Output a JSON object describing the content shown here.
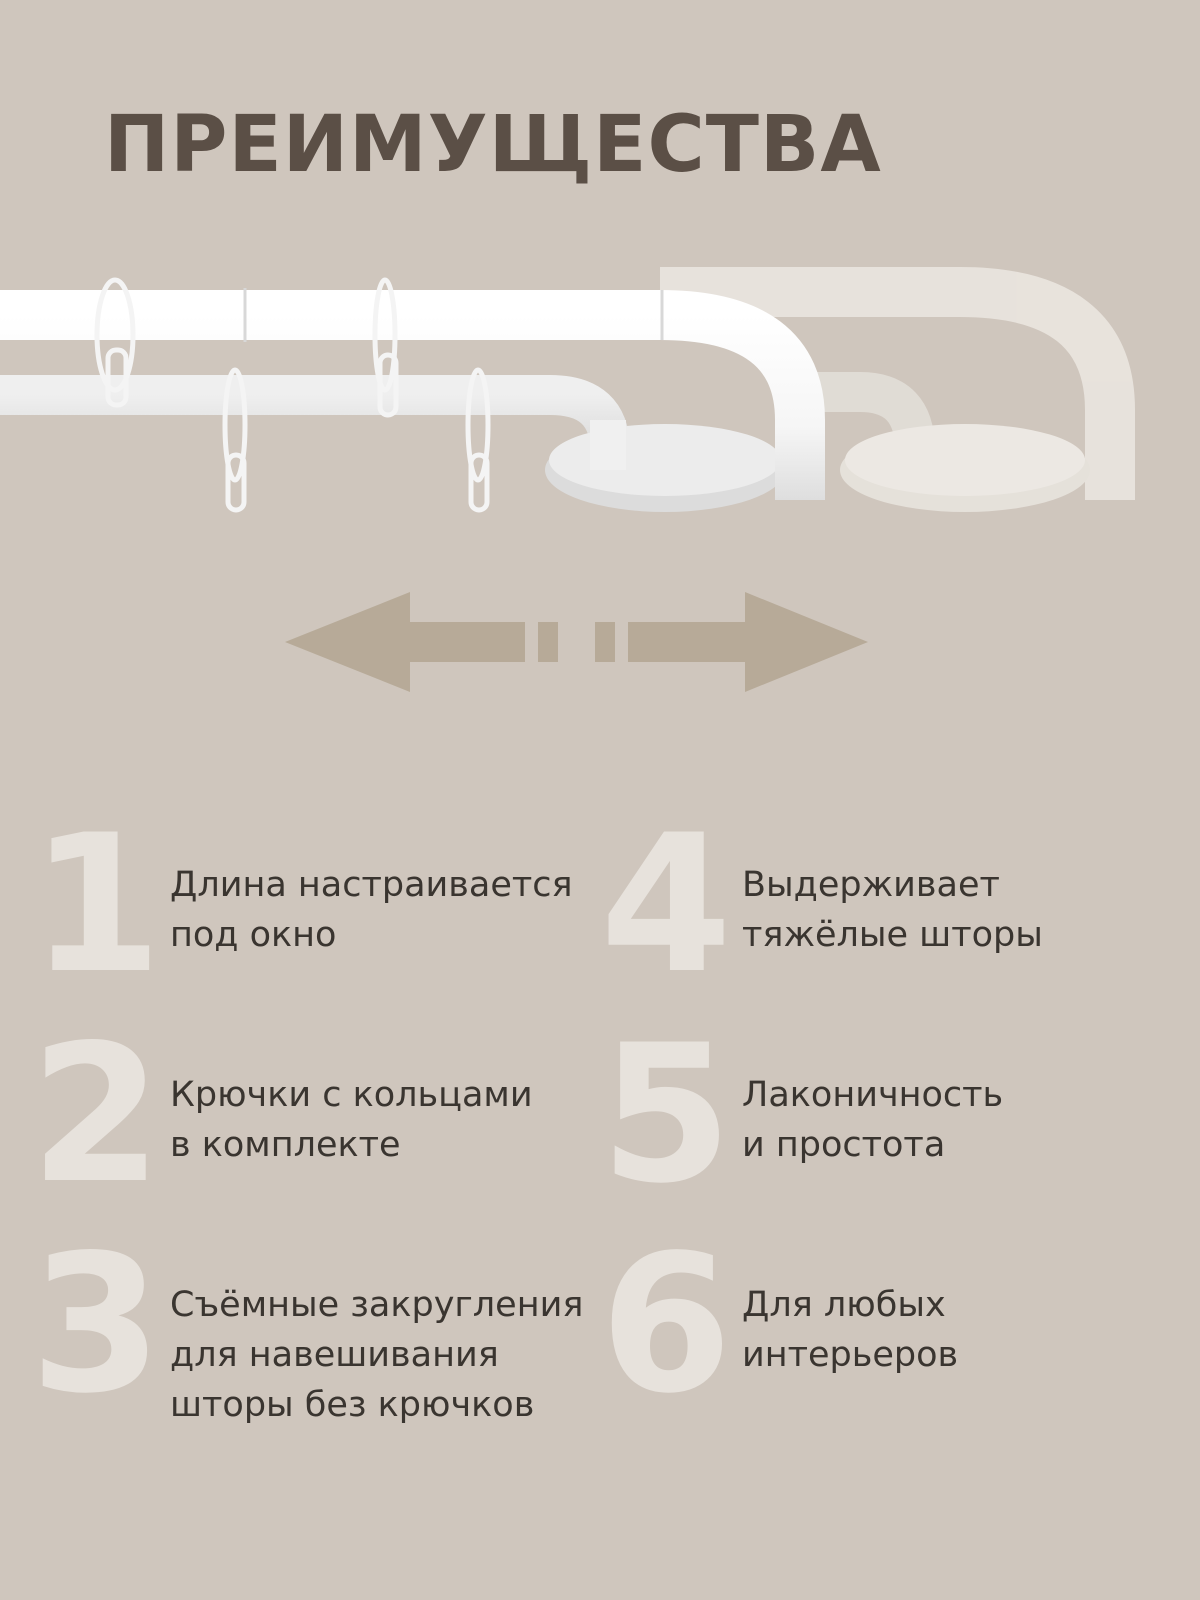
{
  "title": "ПРЕИМУЩЕСТВА",
  "colors": {
    "background": "#cfc6bd",
    "title": "#5b4f46",
    "arrow": "#b7aa98",
    "numbers": "#e7e2dc"
  },
  "features": [
    {
      "number": "1",
      "text": "Длина настраивается\nпод окно"
    },
    {
      "number": "2",
      "text": "Крючки с кольцами\nв комплекте"
    },
    {
      "number": "3",
      "text": "Съёмные закругления\nдля навешивания\nшторы без крючков"
    },
    {
      "number": "4",
      "text": "Выдерживает\nтяжёлые шторы"
    },
    {
      "number": "5",
      "text": "Лаконичность\nи простота"
    },
    {
      "number": "6",
      "text": "Для любых\nинтерьеров"
    }
  ]
}
